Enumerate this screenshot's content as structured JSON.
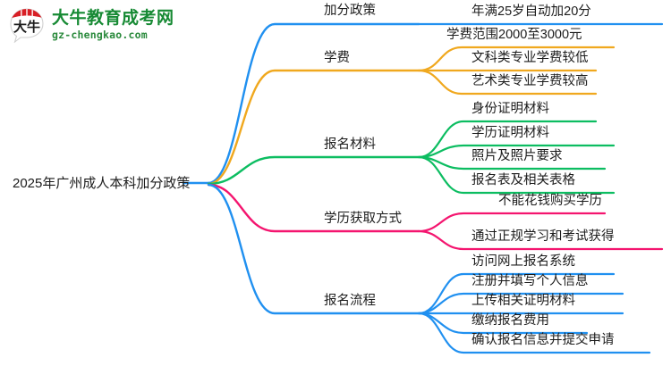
{
  "logo": {
    "mark_name": "daniu-speech-bubble-logo",
    "mark_text": "大牛",
    "title": "大牛教育成考网",
    "subtitle": "gz-chengkao.com",
    "title_color": "#178a34",
    "mark_top_color": "#d81f26"
  },
  "mindmap": {
    "root": {
      "label": "2025年广州成人本科加分政策"
    },
    "colors": {
      "blue": "#2090f0",
      "orange": "#f0a81e",
      "green": "#0cbd61",
      "pink": "#f4156f"
    },
    "branches": [
      {
        "label": "加分政策",
        "color": "#2090f0",
        "children": [
          {
            "label": "年满25岁自动加20分"
          }
        ]
      },
      {
        "label": "学费",
        "color": "#f0a81e",
        "children": [
          {
            "label": "学费范围2000至3000元"
          },
          {
            "label": "文科类专业学费较低"
          },
          {
            "label": "艺术类专业学费较高"
          }
        ]
      },
      {
        "label": "报名材料",
        "color": "#0cbd61",
        "children": [
          {
            "label": "身份证明材料"
          },
          {
            "label": "学历证明材料"
          },
          {
            "label": "照片及照片要求"
          },
          {
            "label": "报名表及相关表格"
          }
        ]
      },
      {
        "label": "学历获取方式",
        "color": "#f4156f",
        "children": [
          {
            "label": "不能花钱购买学历"
          },
          {
            "label": "通过正规学习和考试获得"
          }
        ]
      },
      {
        "label": "报名流程",
        "color": "#2090f0",
        "children": [
          {
            "label": "访问网上报名系统"
          },
          {
            "label": "注册并填写个人信息"
          },
          {
            "label": "上传相关证明材料"
          },
          {
            "label": "缴纳报名费用"
          },
          {
            "label": "确认报名信息并提交申请"
          }
        ]
      }
    ]
  }
}
